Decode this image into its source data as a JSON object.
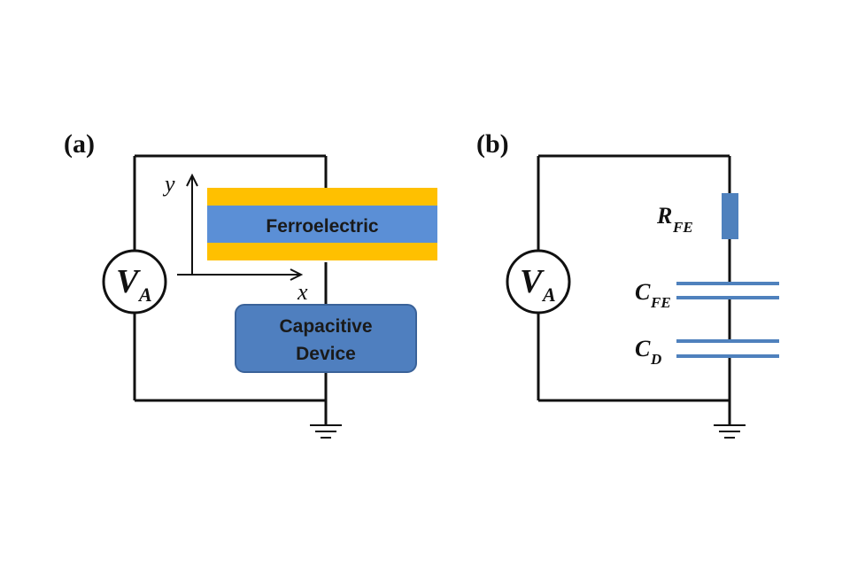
{
  "panel_a": {
    "label": "(a)",
    "source": {
      "symbol": "V",
      "subscript": "A"
    },
    "axes": {
      "y_label": "y",
      "x_label": "x"
    },
    "ferroelectric_label": "Ferroelectric",
    "device_label_line1": "Capacitive",
    "device_label_line2": "Device"
  },
  "panel_b": {
    "label": "(b)",
    "source": {
      "symbol": "V",
      "subscript": "A"
    },
    "resistor": {
      "symbol": "R",
      "subscript": "FE"
    },
    "capacitor_fe": {
      "symbol": "C",
      "subscript": "FE"
    },
    "capacitor_d": {
      "symbol": "C",
      "subscript": "D"
    }
  },
  "colors": {
    "wire": "#111111",
    "ferroelectric_core": "#5b8fd6",
    "electrode": "#ffc000",
    "device_fill": "#4f7fbf",
    "device_border": "#3a6299",
    "component": "#4f81bd"
  }
}
